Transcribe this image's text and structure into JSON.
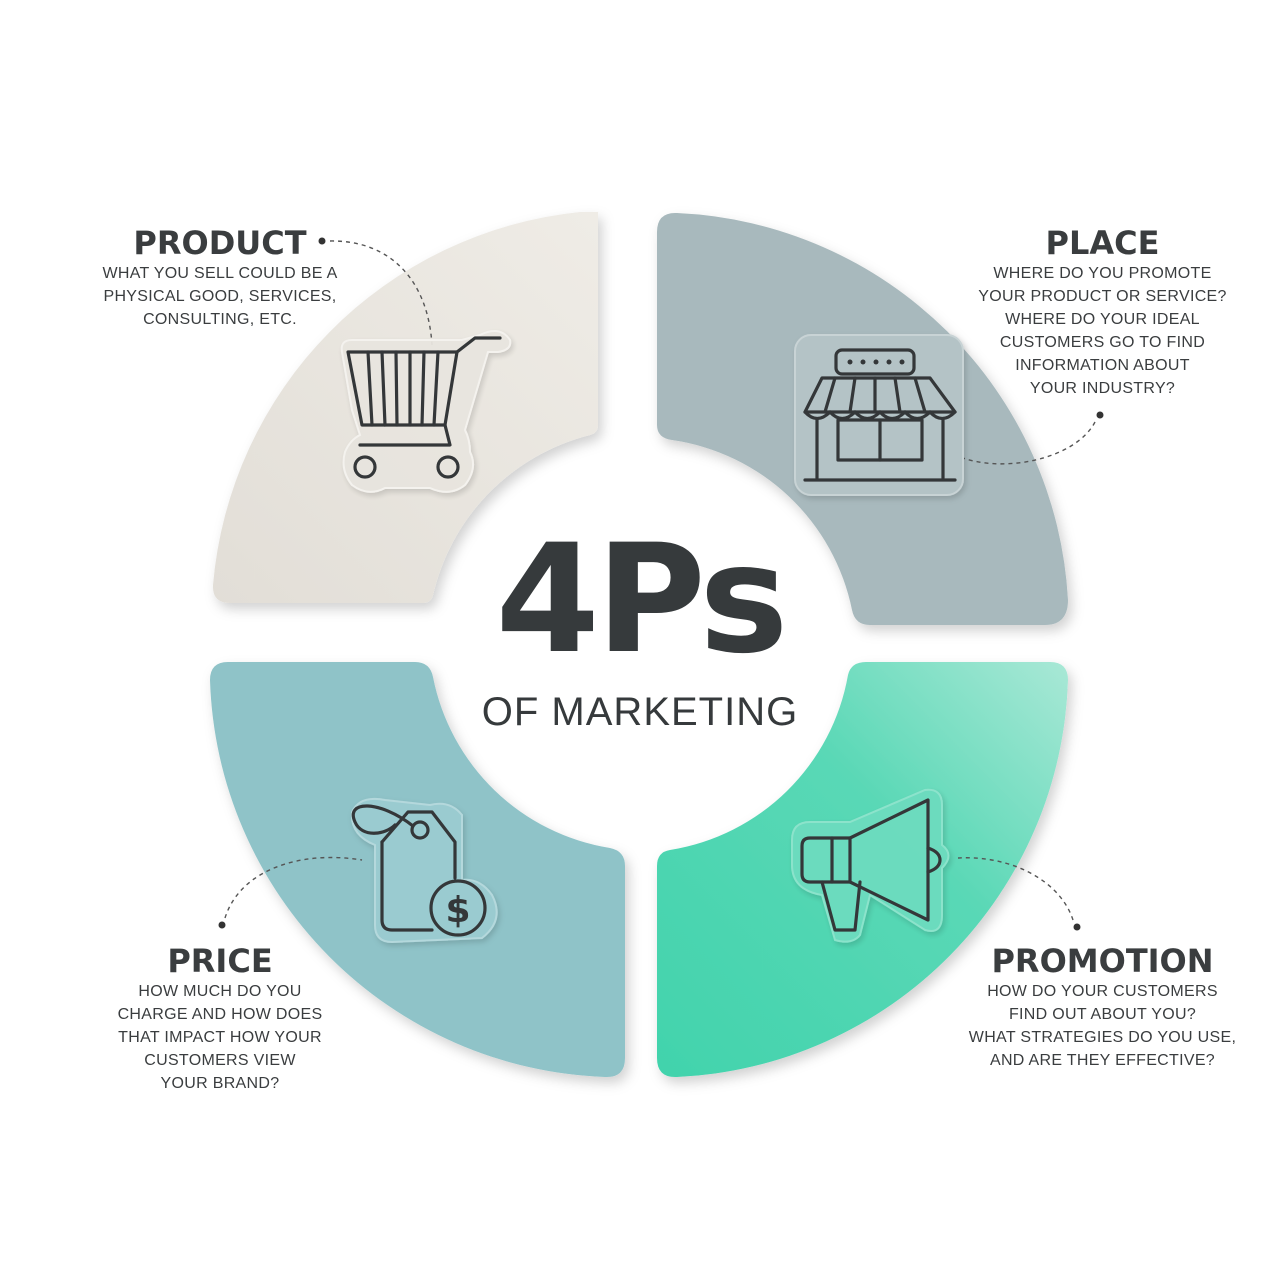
{
  "title": {
    "main": "4Ps",
    "sub": "OF MARKETING"
  },
  "colors": {
    "product": "#e7e4dd",
    "place": "#a8b9bd",
    "price": "#8fc3c8",
    "promotion": "#4ed6b1",
    "text": "#363a3c"
  },
  "segments": {
    "product": {
      "heading": "PRODUCT",
      "lines": [
        "WHAT YOU SELL COULD BE A",
        "PHYSICAL GOOD, SERVICES,",
        "CONSULTING, ETC."
      ],
      "icon": "shopping-cart-icon"
    },
    "place": {
      "heading": "PLACE",
      "lines": [
        "WHERE DO YOU PROMOTE",
        "YOUR PRODUCT OR SERVICE?",
        "WHERE DO YOUR IDEAL",
        "CUSTOMERS GO TO FIND",
        "INFORMATION ABOUT",
        "YOUR INDUSTRY?"
      ],
      "icon": "storefront-icon"
    },
    "price": {
      "heading": "PRICE",
      "lines": [
        "HOW MUCH DO YOU",
        "CHARGE AND HOW DOES",
        "THAT IMPACT HOW YOUR",
        "CUSTOMERS VIEW",
        "YOUR BRAND?"
      ],
      "icon": "price-tag-icon"
    },
    "promotion": {
      "heading": "PROMOTION",
      "lines": [
        "HOW DO YOUR CUSTOMERS",
        "FIND OUT ABOUT YOU?",
        "WHAT STRATEGIES DO YOU USE,",
        "AND ARE THEY EFFECTIVE?"
      ],
      "icon": "megaphone-icon"
    }
  }
}
